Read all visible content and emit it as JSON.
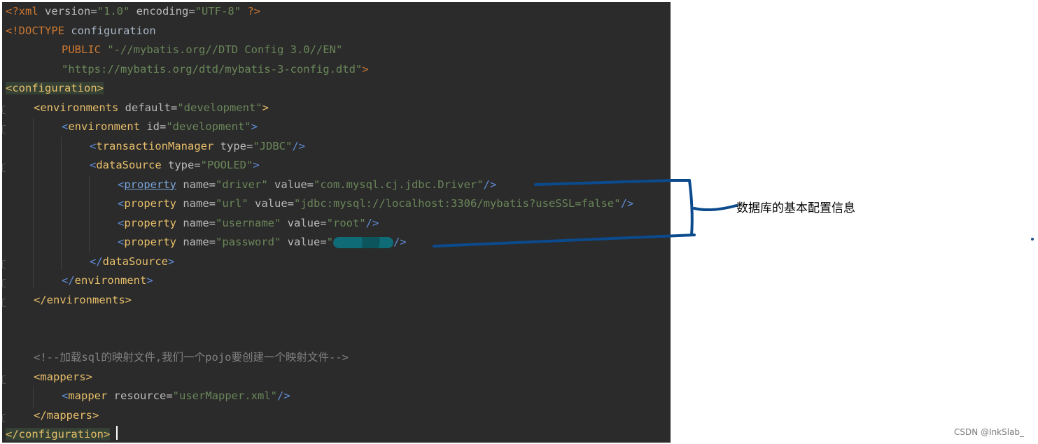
{
  "editor": {
    "lines": {
      "l1": {
        "decl_open": "<?xml ",
        "version_attr": "version=",
        "version_val": "\"1.0\"",
        "enc_attr": " encoding=",
        "enc_val": "\"UTF-8\"",
        "decl_close": " ?>"
      },
      "l2": {
        "doctype": "<!DOCTYPE",
        "name": " configuration"
      },
      "l3": {
        "public": "PUBLIC",
        "id": "\"-//mybatis.org//DTD Config 3.0//EN\""
      },
      "l4": {
        "uri": "\"https://mybatis.org/dtd/mybatis-3-config.dtd\"",
        "close": ">"
      },
      "l5": {
        "tag": "<configuration>"
      },
      "l6": {
        "open": "<",
        "name": "environments",
        "attr": " default=",
        "val": "\"development\"",
        "close": ">"
      },
      "l7": {
        "open": "<",
        "name": "environment",
        "attr": " id=",
        "val": "\"development\"",
        "close": ">"
      },
      "l8": {
        "open": "<",
        "name": "transactionManager",
        "attr": " type=",
        "val": "\"JDBC\"",
        "close": "/>"
      },
      "l9": {
        "open": "<",
        "name": "dataSource",
        "attr": " type=",
        "val": "\"POOLED\"",
        "close": ">"
      },
      "l10": {
        "open": "<",
        "name": "property",
        "a1": " name=",
        "v1": "\"driver\"",
        "a2": " value=",
        "v2": "\"com.mysql.cj.jdbc.Driver\"",
        "close": "/>"
      },
      "l11": {
        "open": "<",
        "name": "property",
        "a1": " name=",
        "v1": "\"url\"",
        "a2": " value=",
        "v2": "\"jdbc:mysql://localhost:3306/mybatis?useSSL=false\"",
        "close": "/>"
      },
      "l12": {
        "open": "<",
        "name": "property",
        "a1": " name=",
        "v1": "\"username\"",
        "a2": " value=",
        "v2": "\"root\"",
        "close": "/>"
      },
      "l13": {
        "open": "<",
        "name": "property",
        "a1": " name=",
        "v1": "\"password\"",
        "a2": " value=",
        "v2": "\"",
        "close": "/>"
      },
      "l14": {
        "open": "</",
        "name": "dataSource",
        "close": ">"
      },
      "l15": {
        "open": "</",
        "name": "environment",
        "close": ">"
      },
      "l16": {
        "open": "</",
        "name": "environments",
        "close": ">"
      },
      "l19": {
        "comment": "<!--加载sql的映射文件,我们一个pojo要创建一个映射文件-->"
      },
      "l20": {
        "open": "<",
        "name": "mappers",
        "close": ">"
      },
      "l21": {
        "open": "<",
        "name": "mapper",
        "attr": " resource=",
        "val": "\"userMapper.xml\"",
        "close": "/>"
      },
      "l22": {
        "open": "</",
        "name": "mappers",
        "close": ">"
      },
      "l23": {
        "tag": "</configuration>"
      }
    }
  },
  "annotation": {
    "label": "数据库的基本配置信息",
    "ink_color": "#0b4a8c"
  },
  "watermark": "CSDN @InkSlab_"
}
